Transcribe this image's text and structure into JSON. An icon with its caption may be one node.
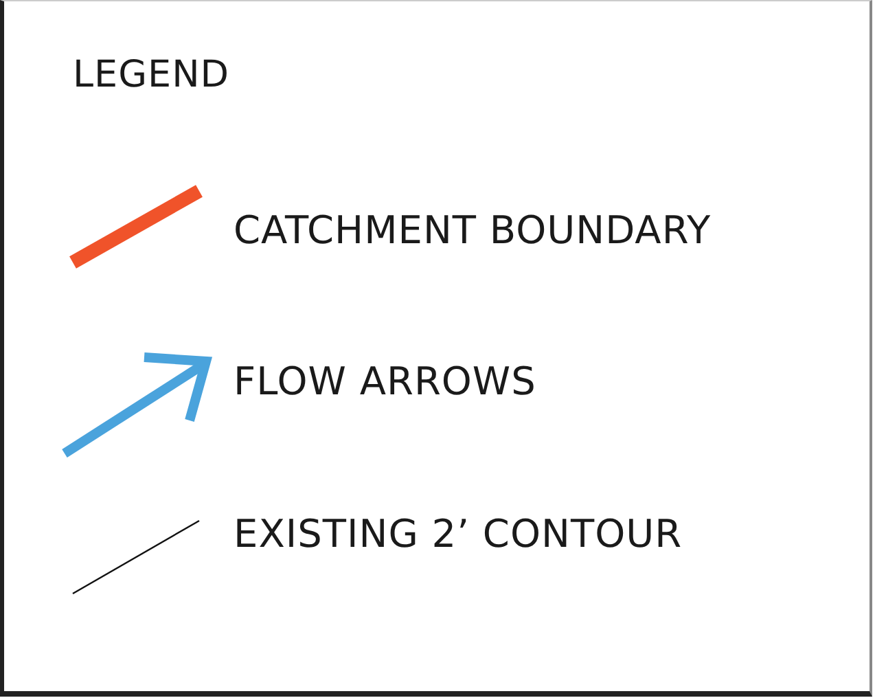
{
  "diagram": {
    "title": "LEGEND",
    "legend": [
      {
        "text": "CATCHMENT BOUNDARY"
      },
      {
        "text": "FLOW ARROWS"
      },
      {
        "text": "EXISTING 2’ CONTOUR"
      }
    ]
  }
}
